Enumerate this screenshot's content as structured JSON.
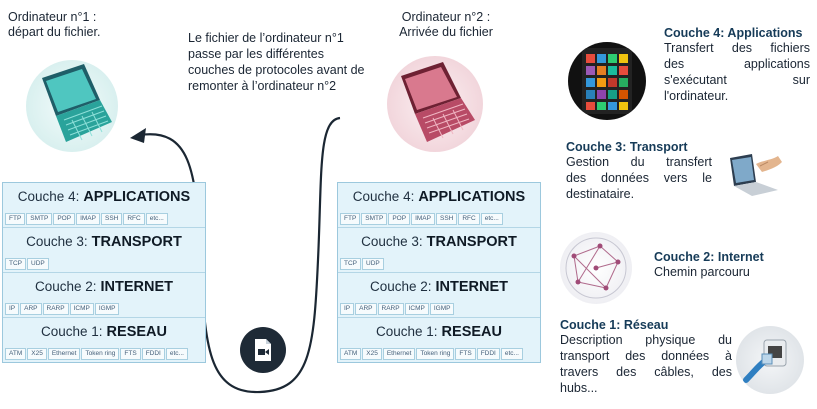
{
  "left_caption": [
    "Ordinateur n°1 :",
    "départ du fichier."
  ],
  "right_caption": [
    "Ordinateur n°2 :",
    "Arrivée du fichier"
  ],
  "middle_text": [
    "Le fichier de l’ordinateur n°1",
    "passe par les différentes",
    "couches de protocoles avant de",
    "remonter à l’ordinateur n°2"
  ],
  "stack": {
    "layers": [
      {
        "prefix": "Couche 4:",
        "name": "APPLICATIONS",
        "protocols": [
          "FTP",
          "SMTP",
          "POP",
          "IMAP",
          "SSH",
          "RFC",
          "etc..."
        ]
      },
      {
        "prefix": "Couche 3:",
        "name": "TRANSPORT",
        "protocols": [
          "TCP",
          "UDP"
        ]
      },
      {
        "prefix": "Couche 2:",
        "name": "INTERNET",
        "protocols": [
          "IP",
          "ARP",
          "RARP",
          "ICMP",
          "IGMP"
        ]
      },
      {
        "prefix": "Couche 1:",
        "name": "RESEAU",
        "protocols": [
          "ATM",
          "X25",
          "Ethernet",
          "Token ring",
          "FTS",
          "FDDI",
          "etc..."
        ]
      }
    ]
  },
  "descriptions": [
    {
      "title": "Couche 4: Applications",
      "lines": [
        "Transfert des fichiers",
        "des applications",
        "s'exécutant sur",
        "l'ordinateur."
      ]
    },
    {
      "title": "Couche 3: Transport",
      "lines": [
        "Gestion du transfert",
        "des données vers le",
        "destinataire."
      ]
    },
    {
      "title": "Couche 2: Internet",
      "lines": [
        "Chemin parcouru"
      ]
    },
    {
      "title": "Couche 1: Réseau",
      "lines": [
        "Description physique du",
        "transport des données à",
        "travers des câbles, des",
        "hubs..."
      ]
    }
  ],
  "colors": {
    "stack_bg": "#e3f3fa",
    "laptop_teal": "#2fa69a",
    "laptop_pink": "#c0566f",
    "title_blue": "#163b58"
  },
  "icons": [
    "laptop-teal-icon",
    "laptop-pink-icon",
    "file-transfer-icon",
    "smartphone-apps-icon",
    "hand-laptop-icon",
    "network-globe-icon",
    "ethernet-cable-icon"
  ]
}
